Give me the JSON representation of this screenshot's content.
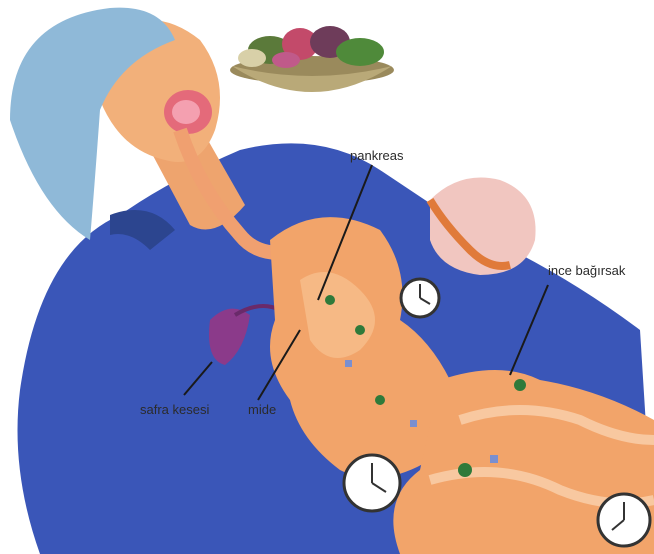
{
  "labels": {
    "pancreas": "pankreas",
    "small_intestine": "ince bağırsak",
    "gallbladder": "safra kesesi",
    "stomach": "mide"
  },
  "colors": {
    "shirt": "#3a56b8",
    "skin": "#f2b07a",
    "cap": "#8fb9d8",
    "intestine": "#f2a46a",
    "bile": "#8b3a8a"
  }
}
